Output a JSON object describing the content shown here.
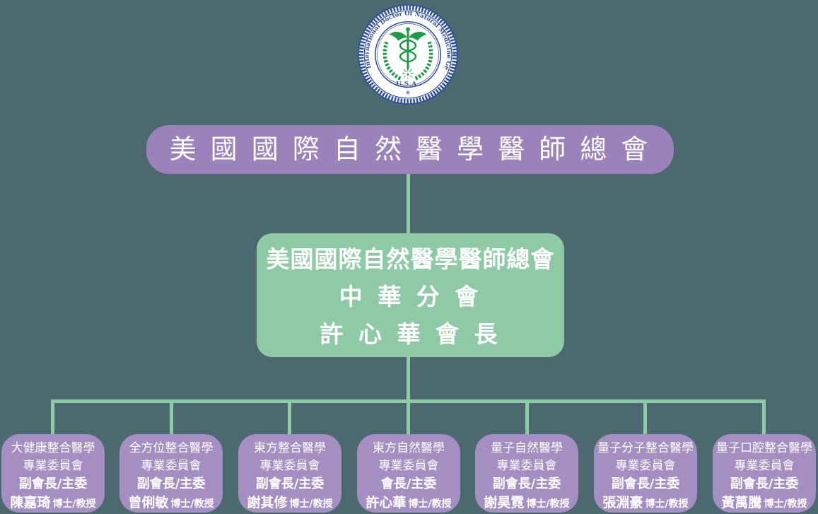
{
  "colors": {
    "background": "#4C6970",
    "root_box": "#9C82BA",
    "branch_box": "#8ECAA6",
    "committee_box": "#A58EC1",
    "connector": "#8DCCA6",
    "logo_blue": "#2E4E9E",
    "logo_green": "#1A9C47",
    "text": "#FFFFFF"
  },
  "logo": {
    "ring_text": "International Doctor Of Natural Medicine General Association",
    "country_label": "U.S.A.",
    "bottom_mark": "✳",
    "starburst_glyph": "✳"
  },
  "root_box": {
    "title": "美 國 國 際 自 然 醫 學 醫 師 總 會"
  },
  "branch_box": {
    "line1": "美國國際自然醫學醫師總會",
    "line2": "中 華 分 會",
    "line3": "許 心 華  會 長"
  },
  "committees": [
    {
      "title": "大健康整合醫學",
      "subtitle": "專業委員會",
      "role": "副會長/主委",
      "person": "陳嘉琦",
      "credentials": "博士/教授"
    },
    {
      "title": "全方位整合醫學",
      "subtitle": "專業委員會",
      "role": "副會長/主委",
      "person": "曾俐敏",
      "credentials": "博士/教授"
    },
    {
      "title": "東方整合醫學",
      "subtitle": "專業委員會",
      "role": "副會長/主委",
      "person": "謝其修",
      "credentials": "博士/教授"
    },
    {
      "title": "東方自然醫學",
      "subtitle": "專業委員會",
      "role": "會長/主委",
      "person": "許心華",
      "credentials": "博士/教授"
    },
    {
      "title": "量子自然醫學",
      "subtitle": "專業委員會",
      "role": "副會長/主委",
      "person": "謝昊霓",
      "credentials": "博士/教授"
    },
    {
      "title": "量子分子整合醫學",
      "subtitle": "專業委員會",
      "role": "副會長/主委",
      "person": "張淵豪",
      "credentials": "博士/教授"
    },
    {
      "title": "量子口腔整合醫學",
      "subtitle": "專業委員會",
      "role": "副會長/主委",
      "person": "黃萬騰",
      "credentials": "博士/教授"
    }
  ]
}
